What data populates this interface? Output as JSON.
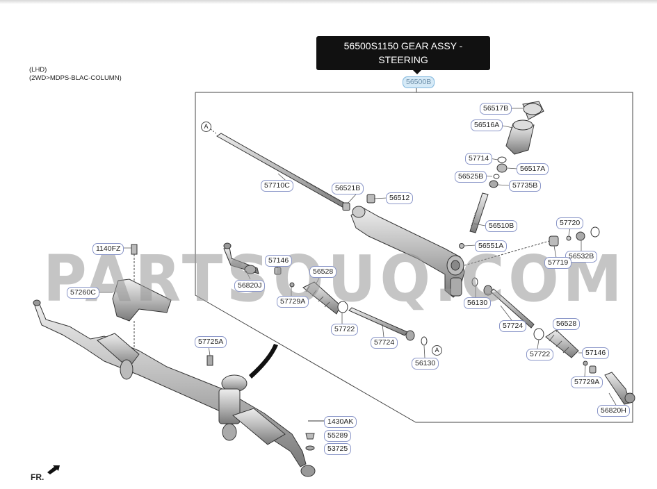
{
  "tooltip": {
    "text": "56500S1150 GEAR ASSY -\nSTEERING"
  },
  "notes": {
    "line1": "(LHD)",
    "line2": "(2WD>MDPS-BLAC-COLUMN)"
  },
  "watermark": "PARTSOUQ.COM",
  "fr_label": "FR.",
  "circle_ref": "A",
  "callouts": {
    "c56500B": "56500B",
    "c56517B": "56517B",
    "c56516A": "56516A",
    "c57714": "57714",
    "c56517A": "56517A",
    "c56525B": "56525B",
    "c57735B": "57735B",
    "c57710C": "57710C",
    "c56521B": "56521B",
    "c56512": "56512",
    "c56510B": "56510B",
    "c57720": "57720",
    "c56551A": "56551A",
    "c56532B": "56532B",
    "c57719": "57719",
    "c1140FZ": "1140FZ",
    "c57146a": "57146",
    "c56528a": "56528",
    "c56820J": "56820J",
    "c57729Aa": "57729A",
    "c57260C": "57260C",
    "c56130a": "56130",
    "c57722a": "57722",
    "c57724a": "57724",
    "c56130b": "56130",
    "c57724b": "57724",
    "c56528b": "56528",
    "c57722b": "57722",
    "c57146b": "57146",
    "c57729Ab": "57729A",
    "c56820H": "56820H",
    "c57725A": "57725A",
    "c1430AK": "1430AK",
    "c55289": "55289",
    "c53725": "53725"
  },
  "colors": {
    "tooltip_bg": "#111111",
    "callout_border": "#8a96c8",
    "highlight_bg": "#d6eaf7",
    "part_fill": "#c9c9c9",
    "part_stroke": "#333333"
  }
}
